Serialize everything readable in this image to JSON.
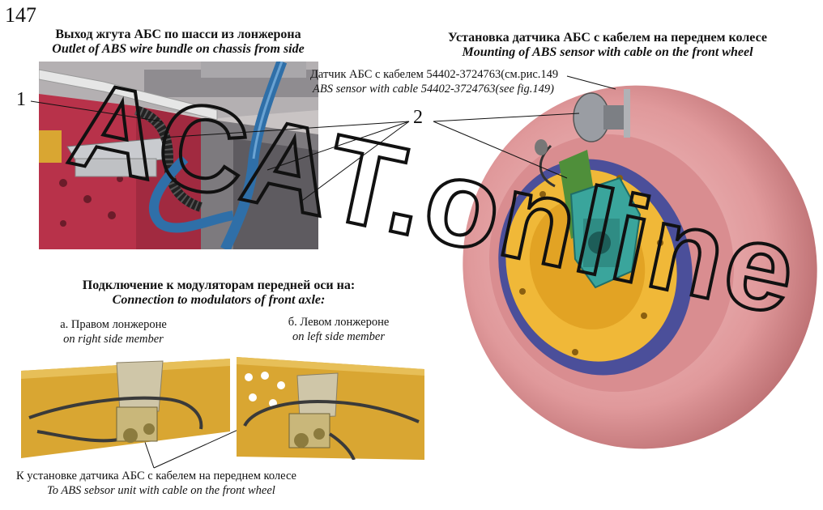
{
  "page_number": "147",
  "chassis_exit": {
    "title_ru": "Выход жгута АБС по шасси из лонжерона",
    "title_en": "Outlet  of ABS wire bundle on chassis from side",
    "callout_1": "1"
  },
  "front_wheel": {
    "title_ru": "Установка датчика АБС с кабелем на переднем колесе",
    "title_en": "Mounting of ABS sensor with cable on the front wheel",
    "sensor_ru": "Датчик АБС с кабелем 54402-3724763(см.рис.149",
    "sensor_en": "ABS sensor with cable 54402-3724763(see fig.149)",
    "callout_2": "2"
  },
  "modulators": {
    "title_ru": "Подключение к модуляторам передней оси на:",
    "title_en": "Connection to modulators of front axle:",
    "right_ru": "а. Правом лонжероне",
    "right_en": "on right side member",
    "left_ru": "б. Левом лонжероне",
    "left_en": "on left side member"
  },
  "bottom_note": {
    "ru": "К установке датчика АБС с кабелем на переднем колесе",
    "en": "To ABS sebsor unit with cable on the front wheel"
  },
  "watermark": "АСАТ.online",
  "colors": {
    "frame_red": "#b8324a",
    "frame_yellow": "#d9a632",
    "hose_blue": "#2f6fa8",
    "tire_pink": "#e8a9aa",
    "hub_teal": "#3aa59c",
    "disc_yellow": "#f0b838"
  }
}
